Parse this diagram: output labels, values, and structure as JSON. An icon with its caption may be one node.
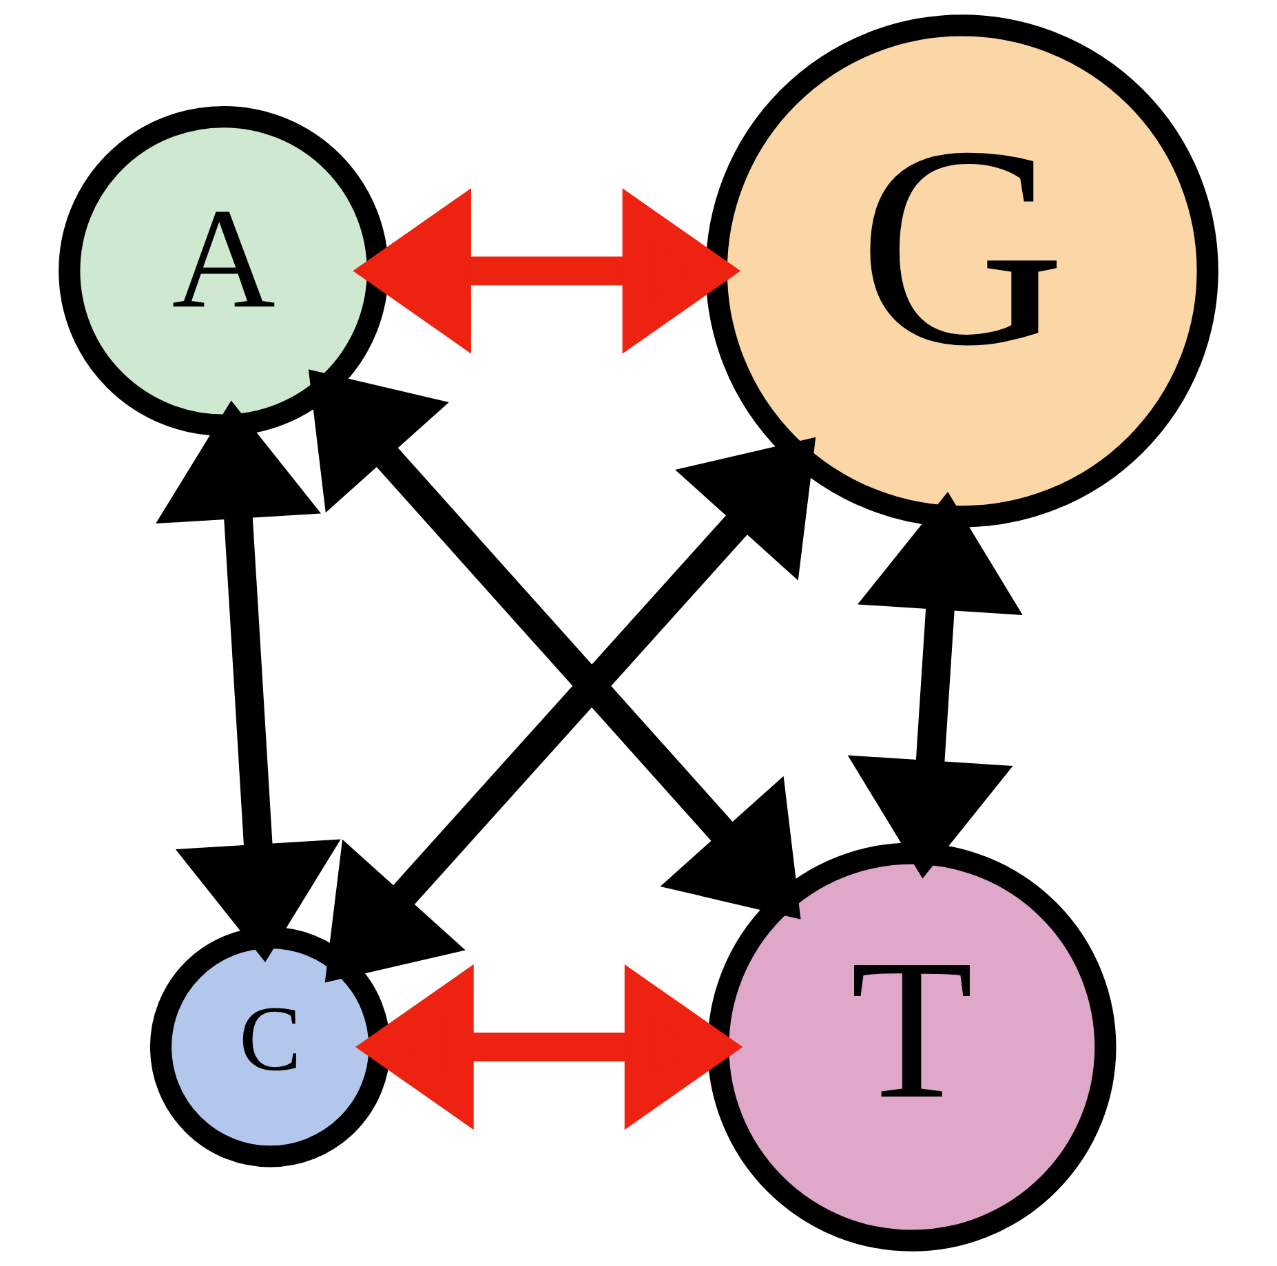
{
  "diagram": {
    "nodes": [
      {
        "text": [
          "A"
        ]
      },
      {
        "text": [
          "G"
        ]
      },
      {
        "text": [
          "C"
        ]
      },
      {
        "text": [
          "T"
        ]
      }
    ],
    "edges": [
      {
        "from": 0,
        "to": 1,
        "arrow": "both",
        "color": "#ee2211"
      },
      {
        "from": 0,
        "to": 2,
        "arrow": "both"
      },
      {
        "from": 0,
        "to": 3,
        "arrow": "both"
      },
      {
        "from": 1,
        "to": 2,
        "arrow": "both"
      },
      {
        "from": 1,
        "to": 3,
        "arrow": "both"
      },
      {
        "from": 2,
        "to": 3,
        "arrow": "both",
        "color": "#ee2211"
      }
    ]
  }
}
